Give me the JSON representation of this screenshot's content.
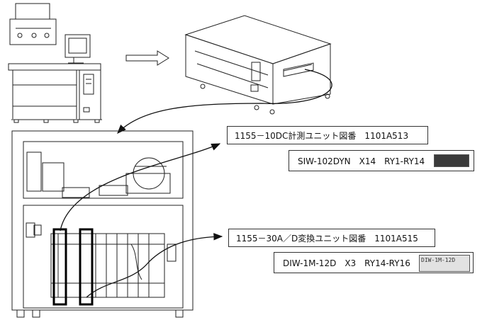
{
  "callouts": {
    "top": {
      "title": "1155－10DC計測ユニット図番　1101A513",
      "subtitle": "SIW-102DYN　X14　RY1-RY14"
    },
    "bottom": {
      "title": "1155－30A／D変換ユニット図番　1101A515",
      "subtitle": "DIW-1M-12D　X3　RY14-RY16",
      "module_text": "DIW-1M-12D"
    }
  }
}
